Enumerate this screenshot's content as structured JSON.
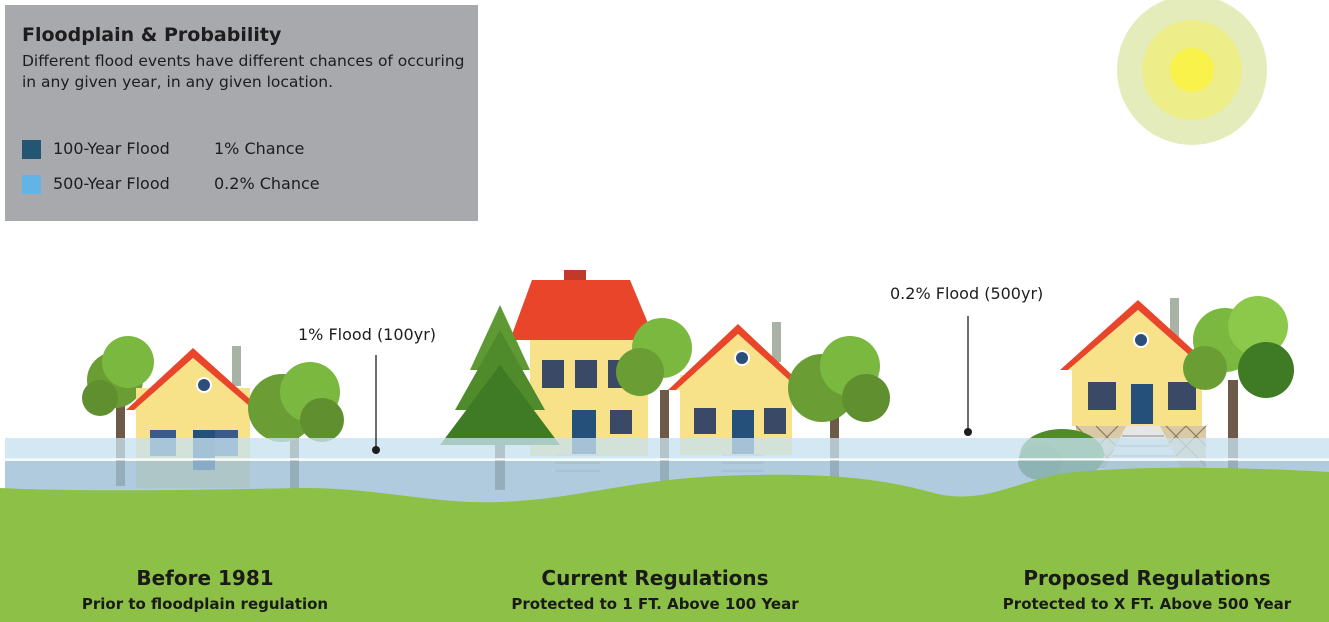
{
  "legend": {
    "title": "Floodplain & Probability",
    "description": "Different flood events have different chances of occuring in any given year, in any given location.",
    "items": [
      {
        "name": "100-Year Flood",
        "chance": "1% Chance",
        "color": "#245674"
      },
      {
        "name": "500-Year Flood",
        "chance": "0.2% Chance",
        "color": "#62b3e6"
      }
    ]
  },
  "flood_lines": {
    "one_percent": "1% Flood (100yr)",
    "point_two_percent": "0.2% Flood (500yr)"
  },
  "sections": [
    {
      "title": "Before 1981",
      "subtitle": "Prior to floodplain regulation"
    },
    {
      "title": "Current Regulations",
      "subtitle": "Protected to 1 FT. Above 100 Year"
    },
    {
      "title": "Proposed Regulations",
      "subtitle": "Protected to X FT. Above 500 Year"
    }
  ],
  "colors": {
    "ground": "#8dc046",
    "water_100yr": "#9fbfd6",
    "water_500yr": "#c8e1ef",
    "roof": "#e8452b",
    "wall": "#f7e28a",
    "sun": "#f2f08c"
  }
}
